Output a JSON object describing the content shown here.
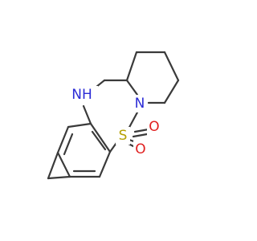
{
  "molecule": {
    "atoms": [
      {
        "id": "nh",
        "text": "NH",
        "color": "#2b2bd6"
      },
      {
        "id": "n",
        "text": "N",
        "color": "#2b2bd6"
      },
      {
        "id": "s",
        "text": "S",
        "color": "#b5a000"
      },
      {
        "id": "o1",
        "text": "O",
        "color": "#e02020"
      },
      {
        "id": "o2",
        "text": "O",
        "color": "#e02020"
      }
    ],
    "bond_color": "#3a3a3a"
  }
}
